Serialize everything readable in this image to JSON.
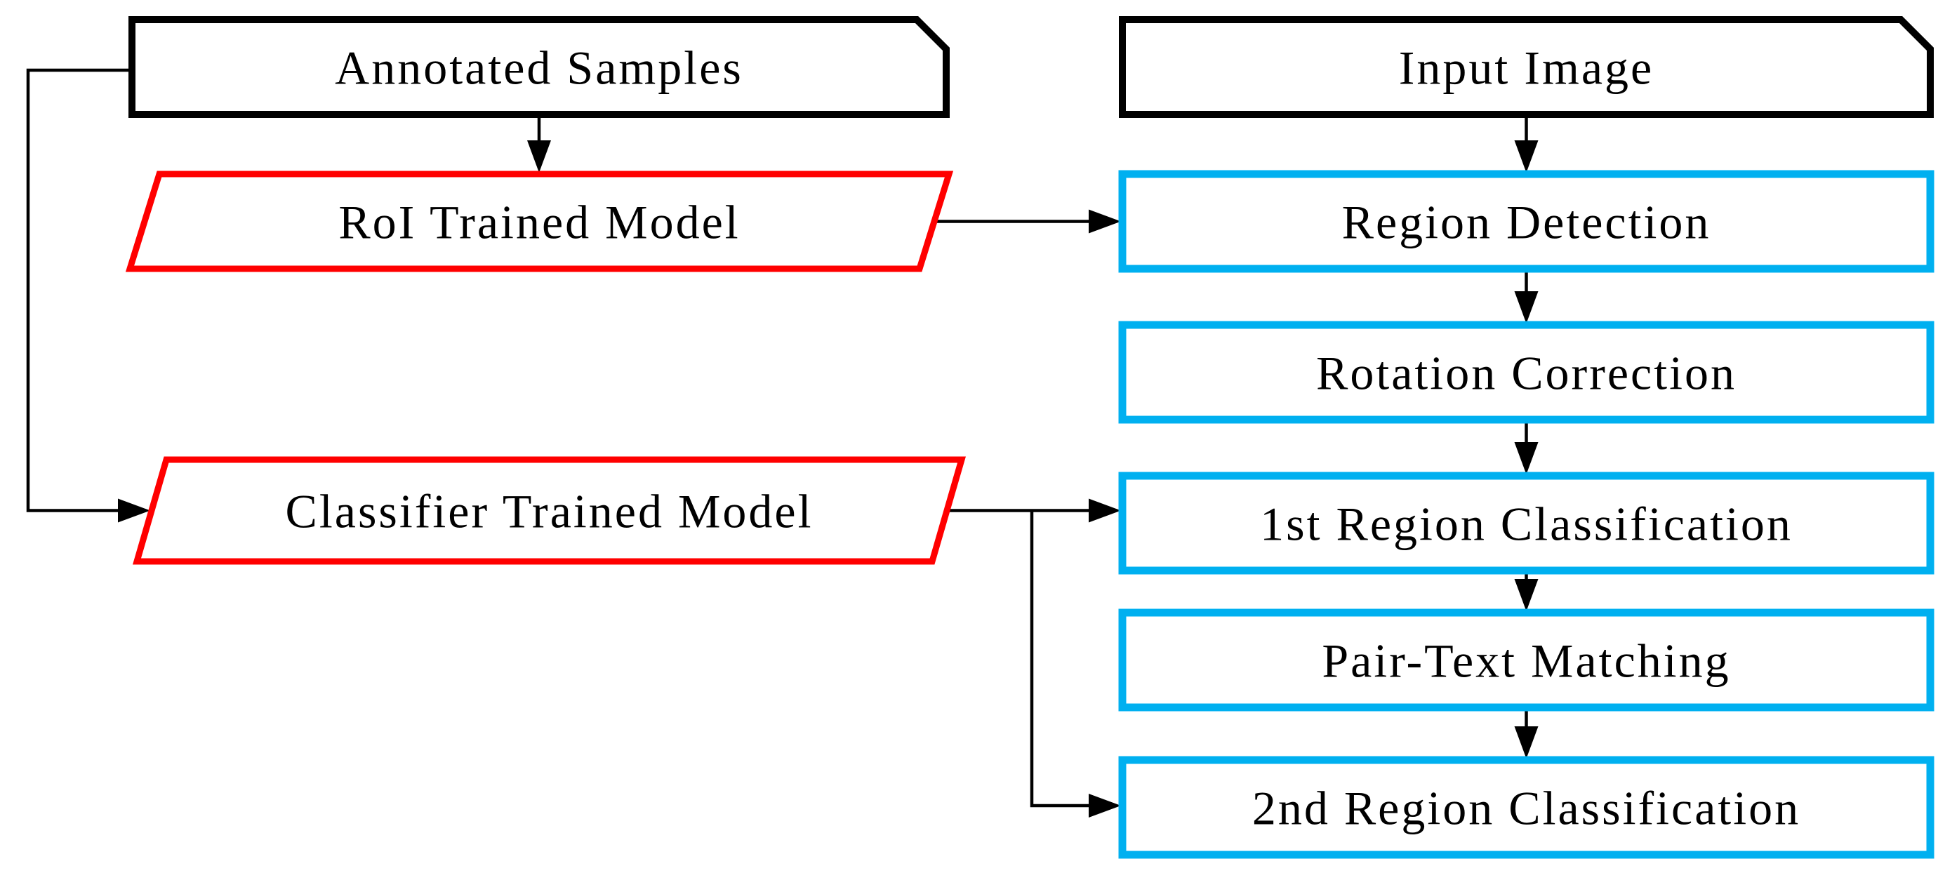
{
  "diagram": {
    "description": "Two-branch processing pipeline flowchart",
    "nodes": {
      "annotated_samples": {
        "label": "Annotated Samples",
        "shape": "card",
        "border_color": "#000000"
      },
      "input_image": {
        "label": "Input Image",
        "shape": "card",
        "border_color": "#000000"
      },
      "roi_trained_model": {
        "label": "RoI Trained Model",
        "shape": "parallelogram",
        "border_color": "#FF0000"
      },
      "classifier_trained_model": {
        "label": "Classifier Trained Model",
        "shape": "parallelogram",
        "border_color": "#FF0000"
      },
      "region_detection": {
        "label": "Region Detection",
        "shape": "rectangle",
        "border_color": "#00B0F0"
      },
      "rotation_correction": {
        "label": "Rotation Correction",
        "shape": "rectangle",
        "border_color": "#00B0F0"
      },
      "first_region_classification": {
        "label": "1st Region Classification",
        "shape": "rectangle",
        "border_color": "#00B0F0"
      },
      "pair_text_matching": {
        "label": "Pair-Text Matching",
        "shape": "rectangle",
        "border_color": "#00B0F0"
      },
      "second_region_classification": {
        "label": "2nd Region Classification",
        "shape": "rectangle",
        "border_color": "#00B0F0"
      }
    },
    "edges": [
      {
        "from": "annotated_samples",
        "to": "roi_trained_model"
      },
      {
        "from": "annotated_samples",
        "to": "classifier_trained_model"
      },
      {
        "from": "input_image",
        "to": "region_detection"
      },
      {
        "from": "roi_trained_model",
        "to": "region_detection"
      },
      {
        "from": "region_detection",
        "to": "rotation_correction"
      },
      {
        "from": "rotation_correction",
        "to": "first_region_classification"
      },
      {
        "from": "classifier_trained_model",
        "to": "first_region_classification"
      },
      {
        "from": "first_region_classification",
        "to": "pair_text_matching"
      },
      {
        "from": "pair_text_matching",
        "to": "second_region_classification"
      },
      {
        "from": "classifier_trained_model",
        "to": "second_region_classification"
      }
    ],
    "colors": {
      "card_border": "#000000",
      "model_border": "#FF0000",
      "process_border": "#00B0F0",
      "connector": "#000000",
      "text": "#000000",
      "background": "#FFFFFF"
    }
  }
}
